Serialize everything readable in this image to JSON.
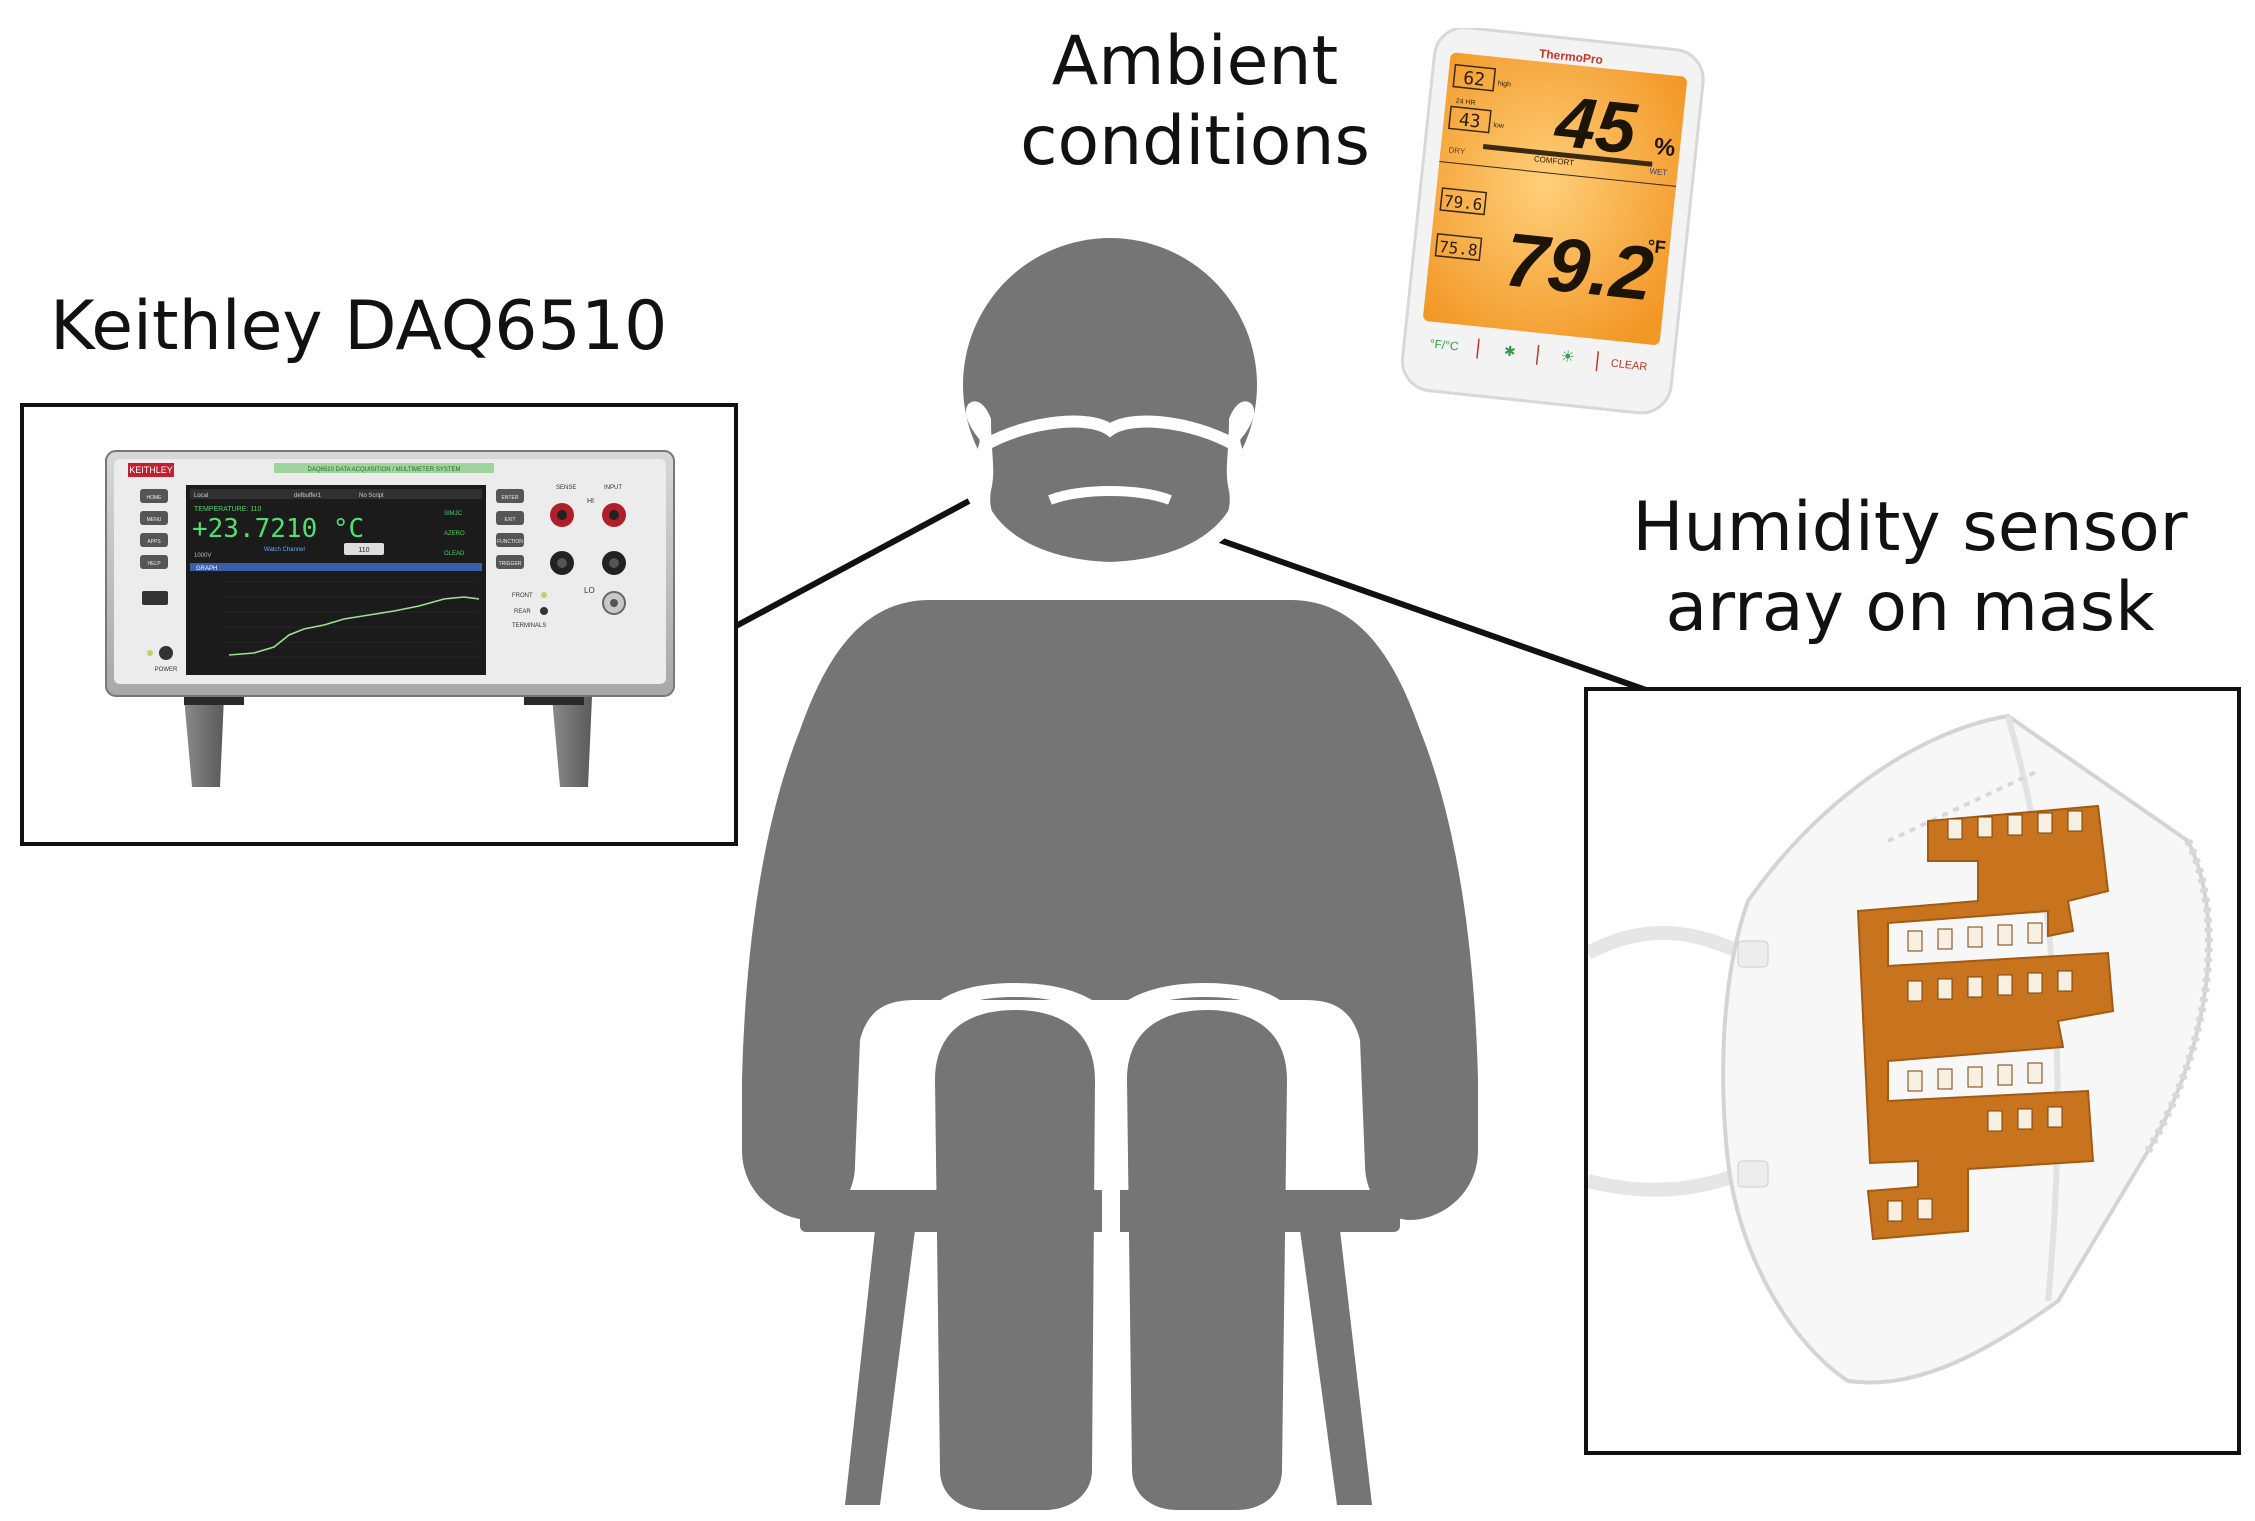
{
  "labels": {
    "keithley": "Keithley DAQ6510",
    "ambient_line1": "Ambient",
    "ambient_line2": "conditions",
    "sensor_line1": "Humidity sensor",
    "sensor_line2": "array on mask"
  },
  "colors": {
    "figure": "#757575",
    "line": "#111111",
    "thermo_screen": "#f6a63a",
    "flex_circuit": "#c8741e"
  },
  "daq_screen": {
    "brand": "KEITHLEY",
    "status_local": "Local",
    "status_script": "No Script",
    "buffer": "defbuffer1",
    "model_strip": "DAQ6510 DATA ACQUISITION / MULTIMETER SYSTEM",
    "meas_label": "TEMPERATURE: 110",
    "reading": "+23.7210 °C",
    "mode": "SIMJC",
    "range": "1000V",
    "azero": "AZERO",
    "olead": "OLEAD",
    "watch_label": "Watch Channel",
    "channel": "110",
    "graph_label": "GRAPH",
    "front": "FRONT",
    "rear": "REAR",
    "terminals": "TERMINALS",
    "power": "POWER",
    "sense": "SENSE",
    "input": "INPUT",
    "hi": "HI",
    "lo": "LO",
    "buttons_left": [
      "HOME",
      "MENU",
      "APPS",
      "HELP"
    ],
    "buttons_right": [
      "ENTER",
      "EXIT",
      "FUNCTION",
      "TRIGGER"
    ]
  },
  "thermo": {
    "brand": "ThermoPro",
    "humidity": "45",
    "humidity_unit": "%",
    "temp": "79.2",
    "temp_unit": "°F",
    "hum_high": "62",
    "hum_low": "43",
    "temp_high": "79.6",
    "temp_low": "75.8",
    "high_label": "high",
    "low_label": "low",
    "hrs_label": "24 HR",
    "scale_dry": "DRY",
    "scale_comfort": "COMFORT",
    "scale_wet": "WET",
    "btn_unit": "°F/°C",
    "btn_bluetooth": "✱",
    "btn_light": "☀",
    "btn_clear": "CLEAR"
  }
}
